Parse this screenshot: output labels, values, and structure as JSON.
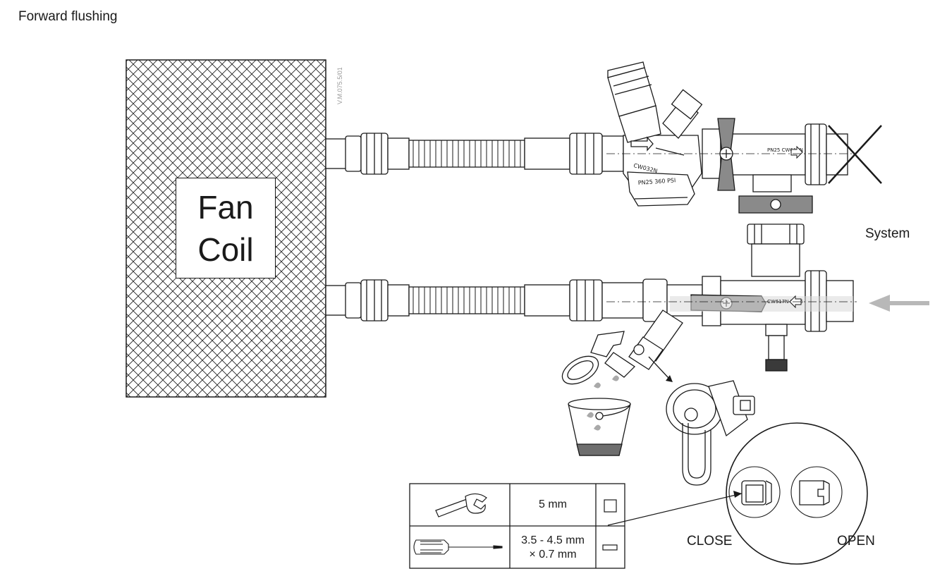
{
  "page": {
    "title": "Forward flushing"
  },
  "diagram": {
    "fan_coil_line1": "Fan",
    "fan_coil_line2": "Coil",
    "doc_code": "V.M.075.5/01",
    "system_label": "System",
    "close_label": "CLOSE",
    "open_label": "OPEN"
  },
  "tools_table": {
    "rows": [
      {
        "tool": "wrench-icon",
        "size": "5 mm",
        "slot": "square-slot-icon"
      },
      {
        "tool": "screwdriver-icon",
        "size_line1": "3.5 - 4.5 mm",
        "size_line2": "× 0.7 mm",
        "slot": "flat-slot-icon"
      }
    ]
  },
  "colors": {
    "line": "#1a1a1a",
    "flow_arrow": "#b8b8b8",
    "water": "#a9a9a9",
    "highlight": "#d9d9d9"
  }
}
